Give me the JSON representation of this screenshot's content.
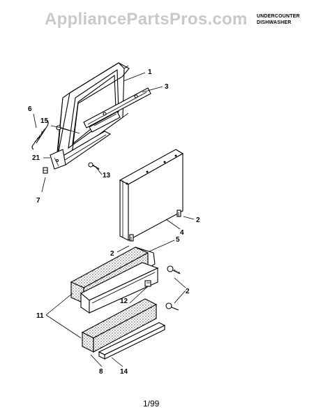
{
  "watermark": "AppliancePartsPros.com",
  "header": {
    "line1": "UNDERCOUNTER",
    "line2": "DISHWASHER"
  },
  "footer": {
    "page_label": "1/99"
  },
  "callouts": {
    "c1": "1",
    "c3": "3",
    "c6": "6",
    "c15": "15",
    "c21": "21",
    "c13": "13",
    "c7": "7",
    "c2a": "2",
    "c4": "4",
    "c2b": "2",
    "c5": "5",
    "c2c": "2",
    "c12": "12",
    "c11": "11",
    "c8": "8",
    "c14": "14"
  }
}
